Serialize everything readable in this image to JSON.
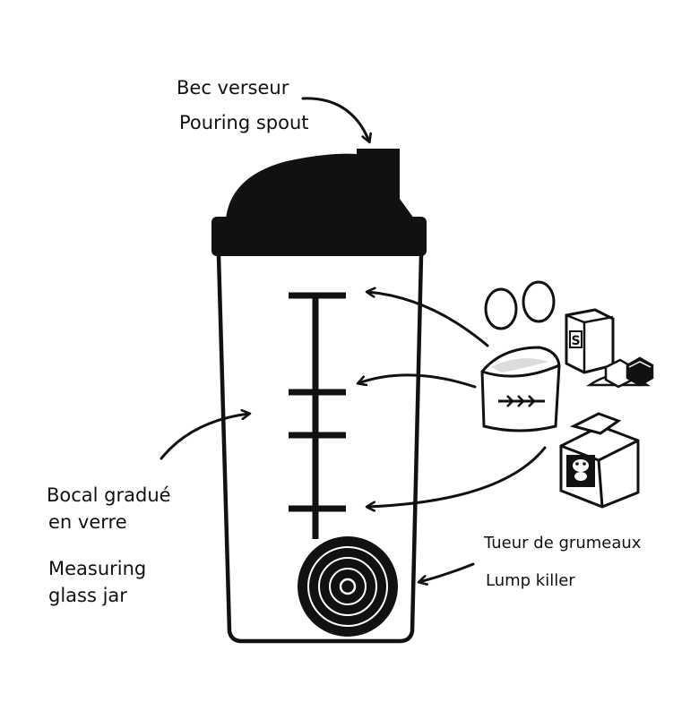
{
  "labels": {
    "spout_fr": "Bec verseur",
    "spout_en": "Pouring spout",
    "jar_fr_1": "Bocal gradué",
    "jar_fr_2": "en verre",
    "jar_en_1": "Measuring",
    "jar_en_2": "glass jar",
    "lump_fr": "Tueur de grumeaux",
    "lump_en": "Lump killer",
    "salt_letter": "S"
  },
  "icons": [
    "eggs-icon",
    "salt-box-icon",
    "sugar-cubes-icon",
    "flour-sack-icon",
    "milk-carton-icon",
    "cow-icon"
  ],
  "colors": {
    "ink": "#111111",
    "background": "#ffffff"
  }
}
